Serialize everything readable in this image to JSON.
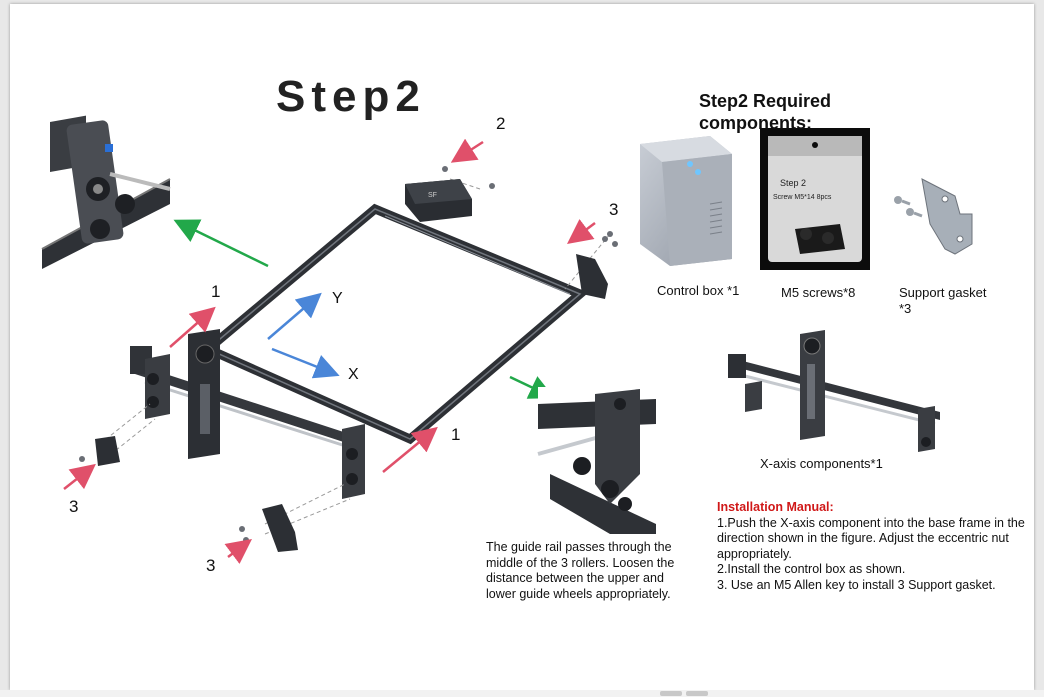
{
  "page": {
    "title": "Step2",
    "required_title": "Step2 Required components:",
    "components": [
      {
        "label": "Control box *1"
      },
      {
        "label": "M5 screws*8"
      },
      {
        "label": "Support gasket *3"
      },
      {
        "label": "X-axis components*1"
      }
    ],
    "bag_text": {
      "line1": "Step 2",
      "line2": "Screw M5*14  8pcs"
    },
    "step_numbers": {
      "n2": "2",
      "n3a": "3",
      "n1a": "1",
      "n1b": "1",
      "n3b": "3",
      "n3c": "3"
    },
    "axis_labels": {
      "y": "Y",
      "x": "X"
    },
    "guide_text": "The guide rail passes through the middle of the 3 rollers. Loosen the distance between the upper and lower guide wheels appropriately.",
    "manual": {
      "title": "Installation Manual:",
      "lines": [
        "1.Push the X-axis component into the base frame in the direction shown in the figure. Adjust the eccentric nut appropriately.",
        "2.Install the control box as shown.",
        "3. Use an M5 Allen key to install 3 Support gasket."
      ]
    },
    "colors": {
      "arrow_red": "#e0506a",
      "arrow_green": "#22a84a",
      "arrow_blue": "#4a86d8",
      "manual_title": "#d01818"
    }
  }
}
